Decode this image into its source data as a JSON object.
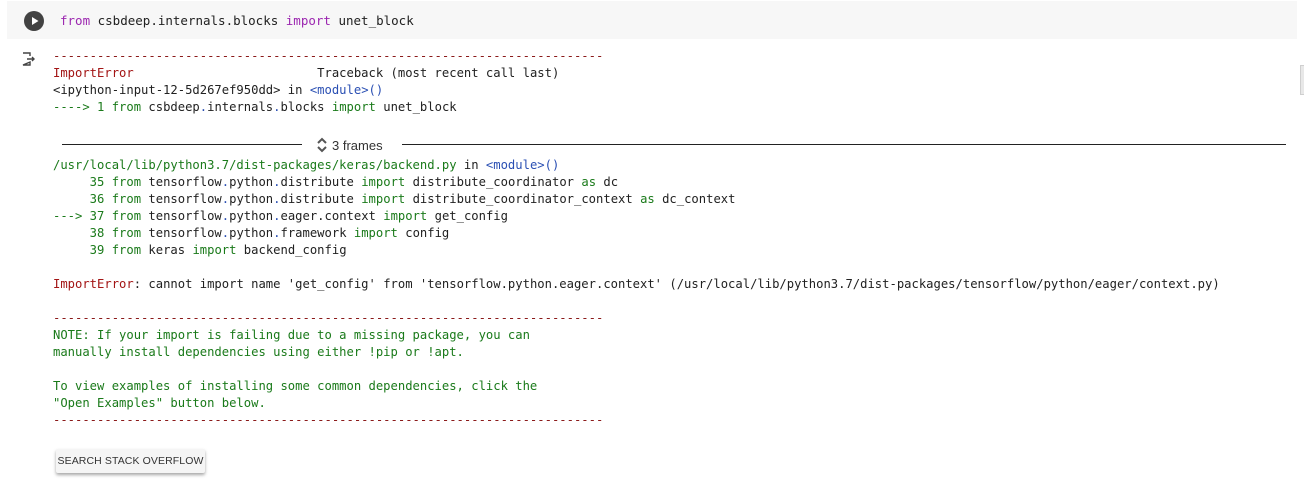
{
  "cell": {
    "code": {
      "kw_from": "from",
      "module": " csbdeep.internals.blocks ",
      "kw_import": "import",
      "name": " unet_block"
    },
    "run_icon": "play-circle-icon",
    "output_icon": "output-arrow-icon"
  },
  "traceback": {
    "separator": "---------------------------------------------------------------------------",
    "error_type": "ImportError",
    "header_right": "Traceback (most recent call last)",
    "input_ref": "<ipython-input-12-5d267ef950dd>",
    "in_text": " in ",
    "module_ref": "<module>",
    "parens": "()",
    "line1_arrow": "----> 1 ",
    "line1_from": "from",
    "line1_pkg": " csbdeep",
    "line1_dot1": ".",
    "line1_mod1": "internals",
    "line1_dot2": ".",
    "line1_mod2": "blocks",
    "line1_import": " import",
    "line1_name": " unet_block",
    "frames_label": "3 frames",
    "file_path": "/usr/local/lib/python3.7/dist-packages/keras/backend.py",
    "frame_lines": [
      {
        "prefix": "     35 ",
        "from": "from",
        "pkg": " tensorflow",
        "dot": ".",
        "rest": "python",
        "dot2": ".",
        "rest2": "distribute ",
        "imp": "import",
        "tail": " distribute_coordinator ",
        "as": "as",
        "alias": " dc"
      },
      {
        "prefix": "     36 ",
        "from": "from",
        "pkg": " tensorflow",
        "dot": ".",
        "rest": "python",
        "dot2": ".",
        "rest2": "distribute ",
        "imp": "import",
        "tail": " distribute_coordinator_context ",
        "as": "as",
        "alias": " dc_context"
      },
      {
        "prefix": "---> 37 ",
        "from": "from",
        "pkg": " tensorflow",
        "dot": ".",
        "rest": "python",
        "dot2": ".",
        "rest2": "eager.context ",
        "imp": "import",
        "tail": " get_config",
        "as": "",
        "alias": ""
      },
      {
        "prefix": "     38 ",
        "from": "from",
        "pkg": " tensorflow",
        "dot": ".",
        "rest": "python",
        "dot2": ".",
        "rest2": "framework ",
        "imp": "import",
        "tail": " config",
        "as": "",
        "alias": ""
      },
      {
        "prefix": "     39 ",
        "from": "from",
        "pkg": " keras ",
        "dot": "",
        "rest": "",
        "dot2": "",
        "rest2": "",
        "imp": "import",
        "tail": " backend_config",
        "as": "",
        "alias": ""
      }
    ],
    "error_message_type": "ImportError",
    "error_message": ": cannot import name 'get_config' from 'tensorflow.python.eager.context' (/usr/local/lib/python3.7/dist-packages/tensorflow/python/eager/context.py)",
    "note_lines": [
      "NOTE: If your import is failing due to a missing package, you can",
      "manually install dependencies using either !pip or !apt.",
      "",
      "To view examples of installing some common dependencies, click the",
      "\"Open Examples\" button below."
    ]
  },
  "buttons": {
    "search_stack_overflow": "SEARCH STACK OVERFLOW"
  },
  "colors": {
    "error_red": "#a31515",
    "code_green": "#1a7a1a",
    "link_blue": "#2a4fb3",
    "keyword_purple": "#9c27b0",
    "cell_bg": "#f7f7f7"
  }
}
